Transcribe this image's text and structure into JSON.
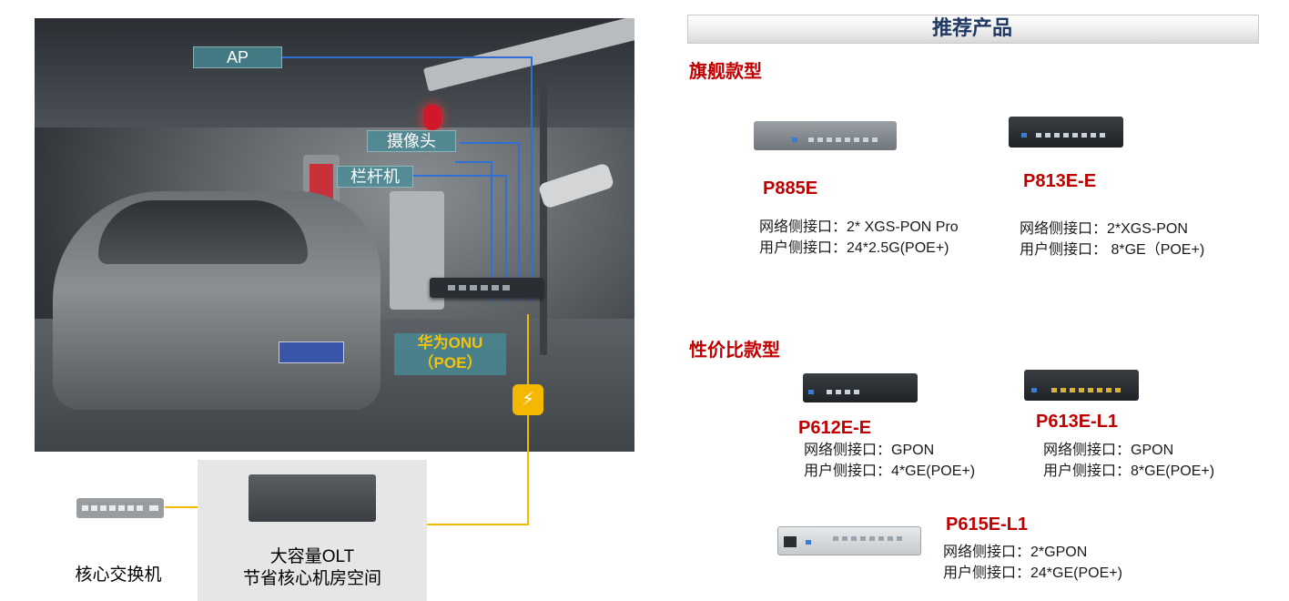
{
  "diagram": {
    "labels": {
      "ap": "AP",
      "camera": "摄像头",
      "gate": "栏杆机",
      "onu_line1": "华为ONU",
      "onu_line2": "（POE）"
    },
    "core_switch": "核心交换机",
    "olt_line1": "大容量OLT",
    "olt_line2": "节省核心机房空间",
    "colors": {
      "wire_blue": "#2f6fd6",
      "wire_yellow": "#f5b800",
      "label_bg": "#468c96"
    }
  },
  "products": {
    "title": "推荐产品",
    "flagship": {
      "heading": "旗舰款型",
      "items": [
        {
          "model": "P885E",
          "network": "网络侧接口：2* XGS-PON Pro",
          "user": "用户侧接口：24*2.5G(POE+)"
        },
        {
          "model": "P813E-E",
          "network": "网络侧接口：2*XGS-PON",
          "user": "用户侧接口： 8*GE（POE+)"
        }
      ]
    },
    "value": {
      "heading": "性价比款型",
      "items": [
        {
          "model": "P612E-E",
          "network": "网络侧接口：GPON",
          "user": "用户侧接口：4*GE(POE+)"
        },
        {
          "model": "P613E-L1",
          "network": "网络侧接口：GPON",
          "user": "用户侧接口：8*GE(POE+)"
        },
        {
          "model": "P615E-L1",
          "network": "网络侧接口：2*GPON",
          "user": "用户侧接口：24*GE(POE+)"
        }
      ]
    },
    "colors": {
      "accent": "#c00000",
      "title": "#1f3864"
    }
  }
}
